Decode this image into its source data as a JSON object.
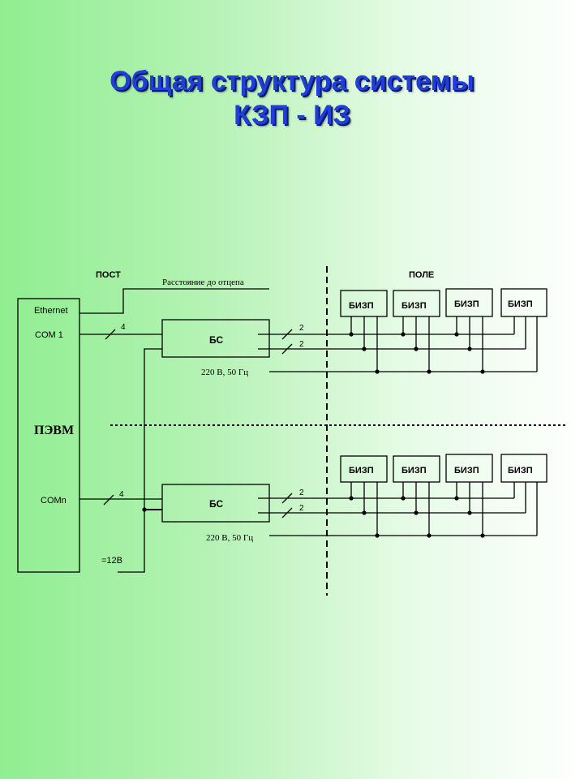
{
  "title": {
    "line1": "Общая структура системы",
    "line2": "КЗП - ИЗ"
  },
  "labels": {
    "post": "ПОСТ",
    "field": "ПОЛЕ",
    "distance": "Расстояние до отцепа",
    "ethernet": "Ethernet",
    "com1": "COM 1",
    "comn": "COMn",
    "pc": "ПЭВМ",
    "power_dc": "=12В",
    "bs": "БС",
    "bizp": "БИЗП",
    "power_ac": "220 В, 50 Гц",
    "wire_4": "4",
    "wire_2": "2"
  }
}
